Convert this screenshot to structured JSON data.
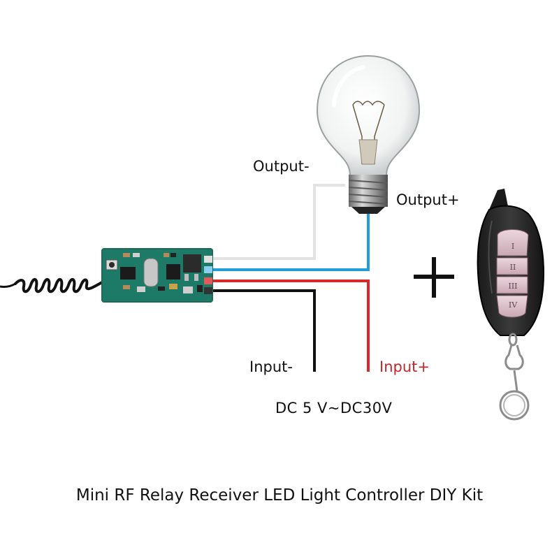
{
  "labels": {
    "output_minus": "Output-",
    "output_plus": "Output+",
    "input_minus": "Input-",
    "input_plus": "Input+",
    "voltage": "DC  5 V~DC30V"
  },
  "caption": "Mini RF Relay Receiver LED Light Controller DIY Kit",
  "remote_buttons": [
    "I",
    "II",
    "III",
    "IV"
  ],
  "colors": {
    "wire_output_minus": "#e3e3e3",
    "wire_output_plus": "#1f9fd9",
    "wire_input_plus": "#d62a2a",
    "wire_input_minus": "#111111",
    "input_plus_text": "#c0282b",
    "pcb": "#1c7a67"
  }
}
